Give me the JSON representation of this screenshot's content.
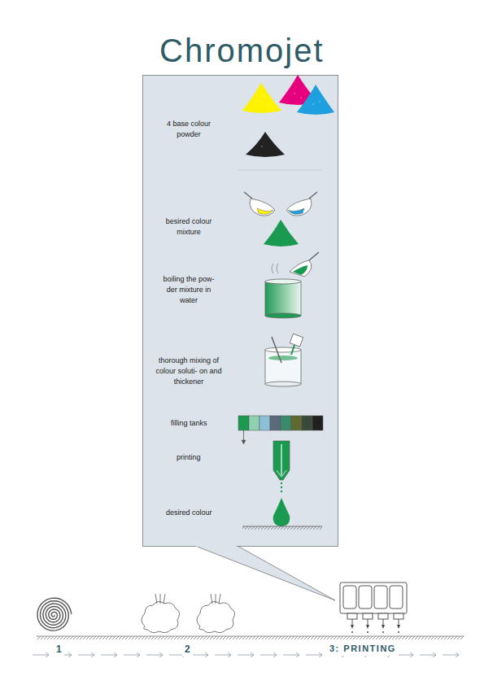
{
  "diagram": {
    "title": "Chromojet",
    "labels": [
      "4 base colour powder",
      "besired colour mixture",
      "boiling the pow- der mixture in water",
      "thorough mixing of colour soluti- on and thickener",
      "filling tanks",
      "printing",
      "desired colour",
      "1",
      "2",
      "3: PRINTING"
    ]
  }
}
